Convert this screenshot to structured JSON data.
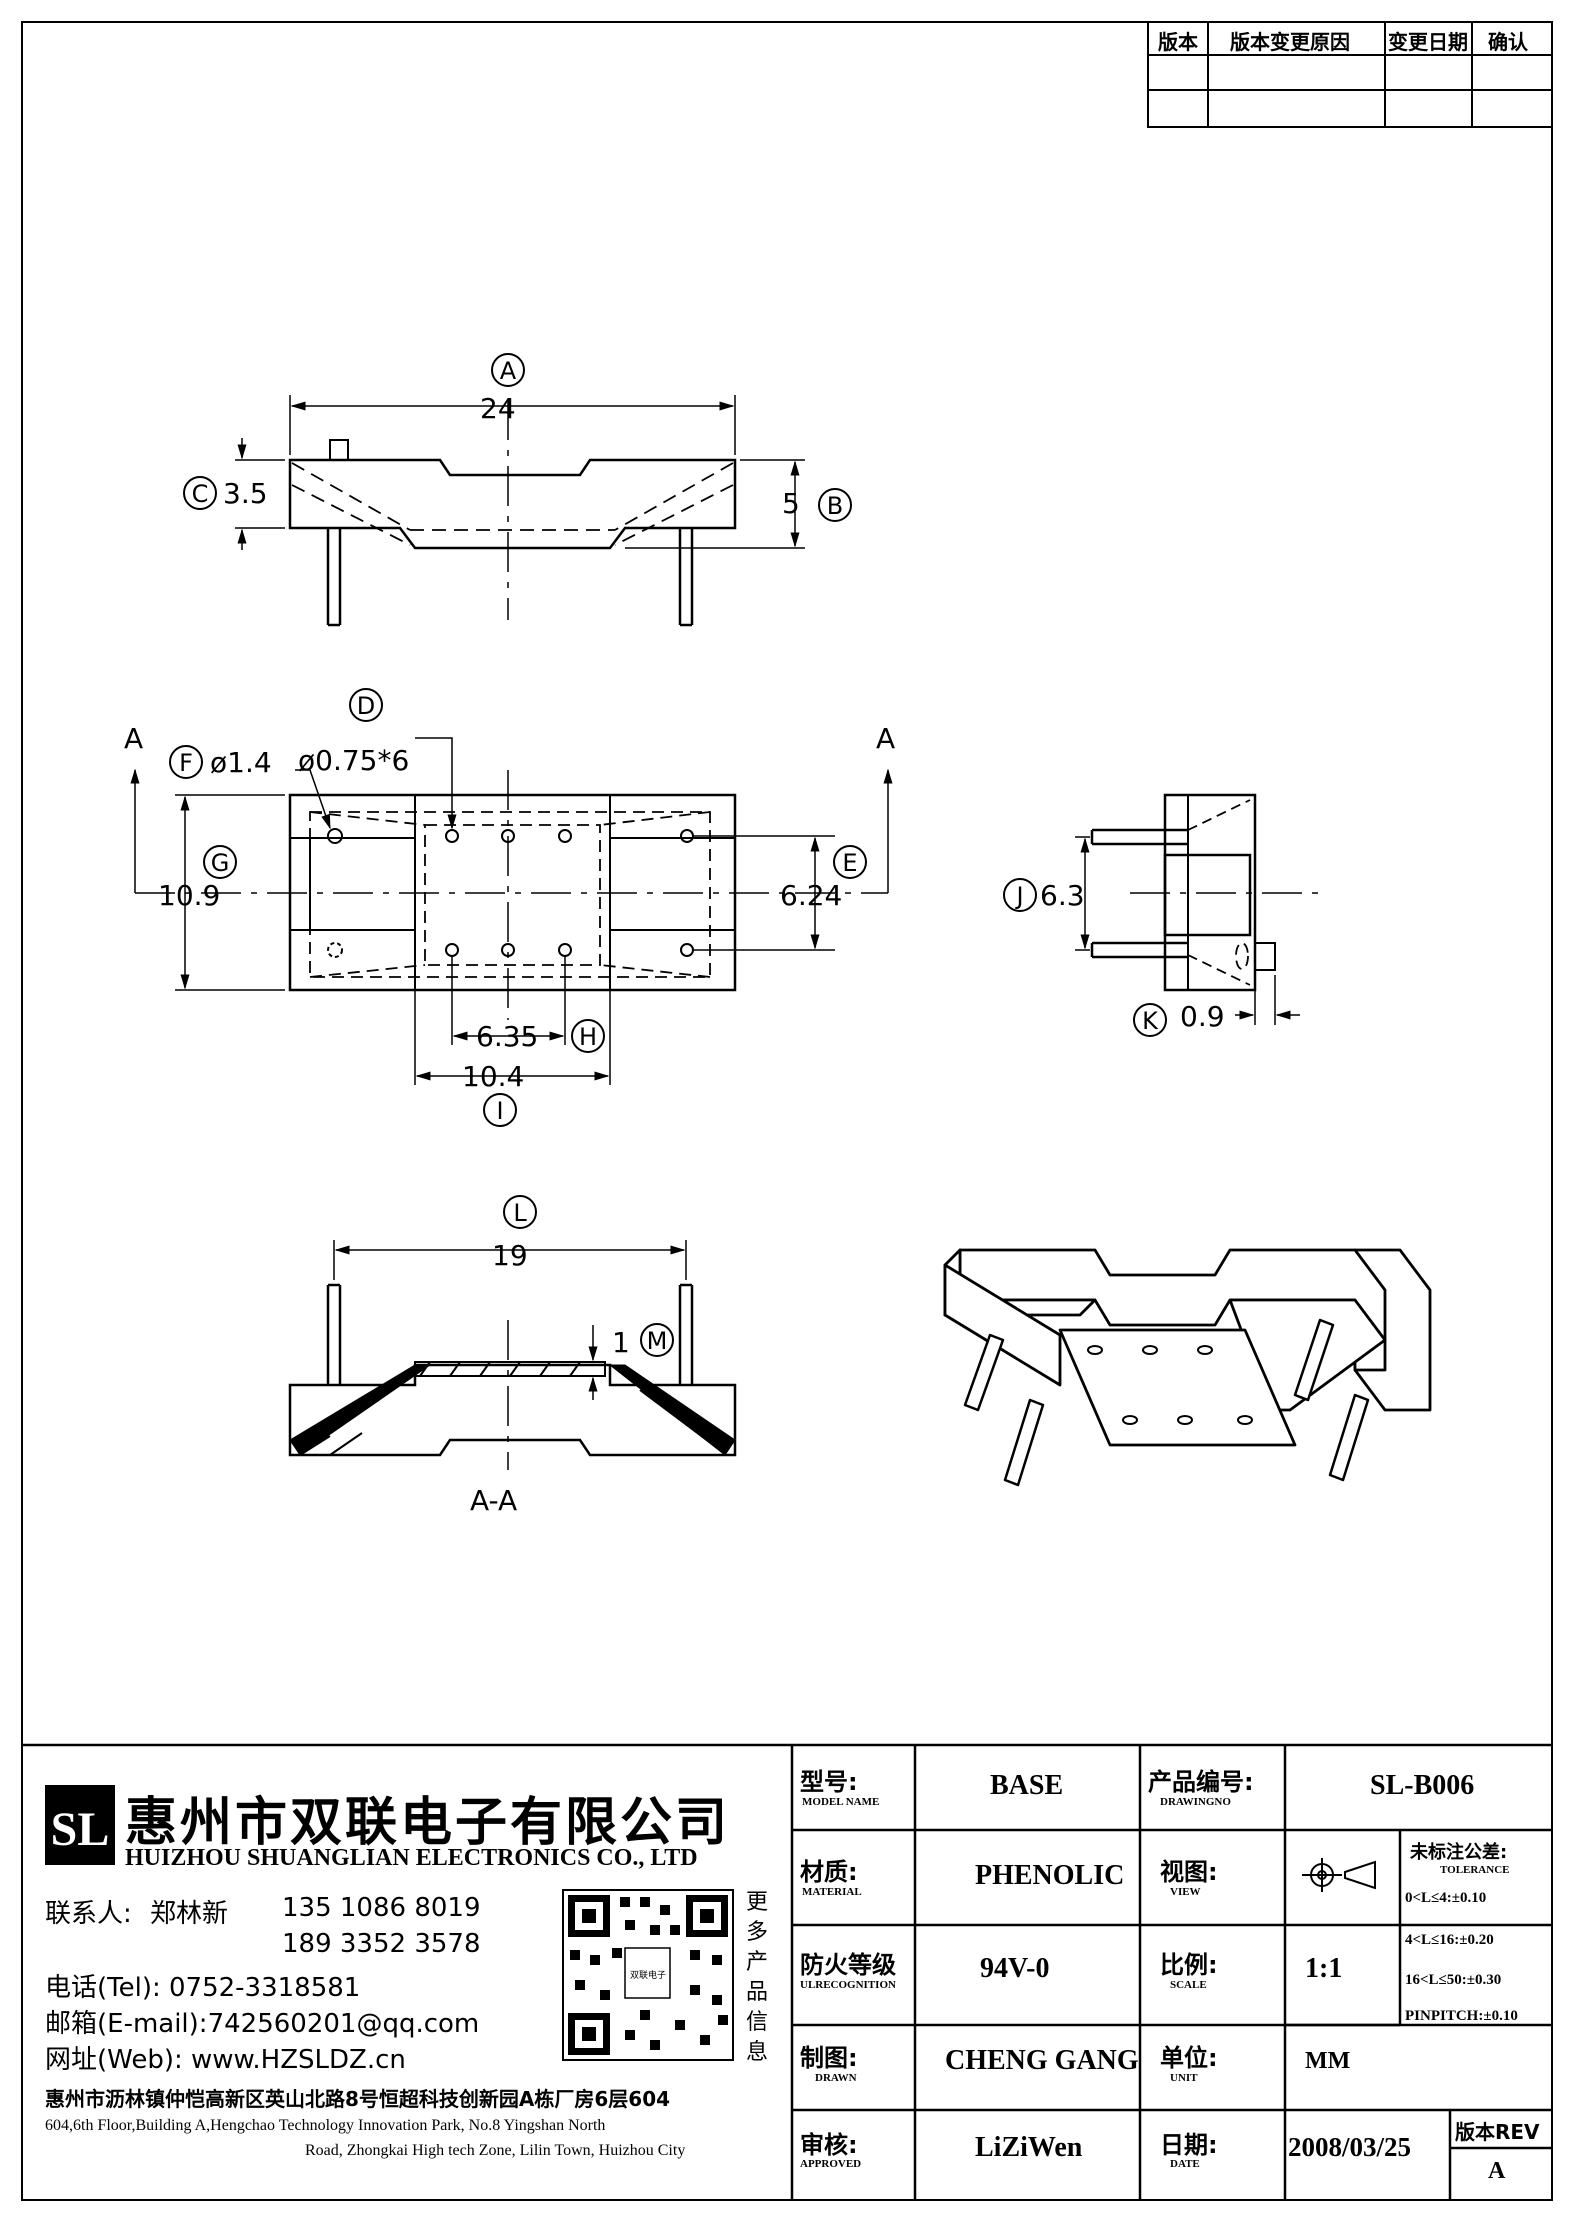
{
  "revision_table": {
    "headers": [
      "版本",
      "版本变更原因",
      "变更日期",
      "确认"
    ],
    "rows": [
      [
        "",
        "",
        "",
        ""
      ]
    ]
  },
  "dimensions": {
    "A": {
      "letter": "A",
      "value": "24"
    },
    "B": {
      "letter": "B",
      "value": "5"
    },
    "C": {
      "letter": "C",
      "value": "3.5"
    },
    "D": {
      "letter": "D",
      "value": "ø0.75*6"
    },
    "E": {
      "letter": "E",
      "value": "6.24"
    },
    "F": {
      "letter": "F",
      "value": "ø1.4"
    },
    "G": {
      "letter": "G",
      "value": "10.9"
    },
    "H": {
      "letter": "H",
      "value": "6.35"
    },
    "I": {
      "letter": "I",
      "value": "10.4"
    },
    "J": {
      "letter": "J",
      "value": "6.3"
    },
    "K": {
      "letter": "K",
      "value": "0.9"
    },
    "L": {
      "letter": "L",
      "value": "19"
    },
    "M": {
      "letter": "M",
      "value": "1"
    }
  },
  "section_marks": {
    "left": "A",
    "right": "A",
    "section_label": "A-A"
  },
  "company": {
    "logo_text": "SL",
    "name_cn": "惠州市双联电子有限公司",
    "name_en": "HUIZHOU SHUANGLIAN ELECTRONICS CO., LTD",
    "contact_label": "联系人:",
    "contact_name": "郑林新",
    "phone1": "135 1086 8019",
    "phone2": "189 3352 3578",
    "tel": "电话(Tel): 0752-3318581",
    "email": "邮箱(E-mail):742560201@qq.com",
    "web": "网址(Web): www.HZSLDZ.cn",
    "qr_caption": [
      "更",
      "多",
      "产",
      "品",
      "信",
      "息"
    ],
    "qr_center": "双联电子",
    "address_cn": "惠州市沥林镇仲恺高新区英山北路8号恒超科技创新园A栋厂房6层604",
    "address_en_1": "604,6th Floor,Building A,Hengchao Technology Innovation Park, No.8 Yingshan North",
    "address_en_2": "Road, Zhongkai High tech Zone, Lilin Town, Huizhou City"
  },
  "title_block": {
    "model_label": "型号:",
    "model_sub": "MODEL NAME",
    "model": "BASE",
    "drawing_label": "产品编号:",
    "drawing_sub": "DRAWINGNO",
    "drawing_no": "SL-B006",
    "material_label": "材质:",
    "material_sub": "MATERIAL",
    "material": "PHENOLIC",
    "view_label": "视图:",
    "view_sub": "VIEW",
    "tolerance_label": "未标注公差:",
    "tolerance_sub": "TOLERANCE",
    "tolerances": [
      "0<L≤4:±0.10",
      "4<L≤16:±0.20",
      "16<L≤50:±0.30",
      "PINPITCH:±0.10"
    ],
    "fire_label": "防火等级",
    "fire_sub": "ULRECOGNITION",
    "fire": "94V-0",
    "scale_label": "比例:",
    "scale_sub": "SCALE",
    "scale": "1:1",
    "drawn_label": "制图:",
    "drawn_sub": "DRAWN",
    "drawn": "CHENG GANG",
    "unit_label": "单位:",
    "unit_sub": "UNIT",
    "unit": "MM",
    "approved_label": "审核:",
    "approved_sub": "APPROVED",
    "approved": "LiZiWen",
    "date_label": "日期:",
    "date_sub": "DATE",
    "date": "2008/03/25",
    "rev_label": "版本REV",
    "rev": "A"
  }
}
